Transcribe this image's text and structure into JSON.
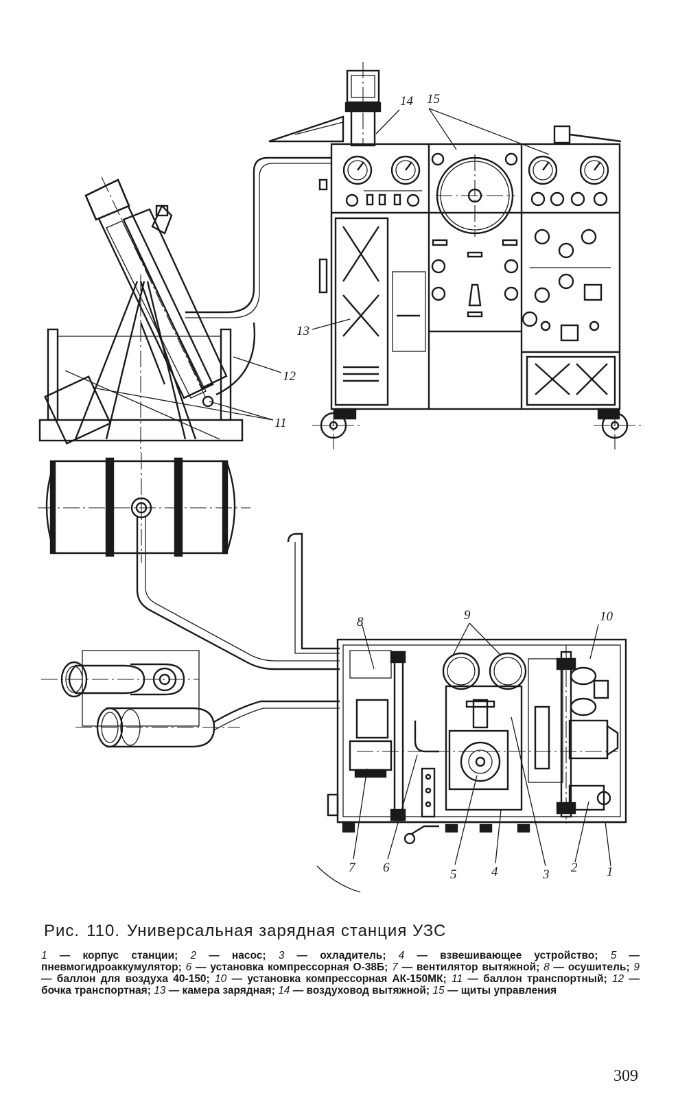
{
  "figure": {
    "labels": {
      "l14": "14",
      "l15": "15",
      "l13": "13",
      "l12": "12",
      "l11": "11",
      "l9": "9",
      "l8": "8",
      "l10": "10",
      "l7": "7",
      "l6": "6",
      "l5": "5",
      "l4": "4",
      "l3": "3",
      "l2": "2",
      "l1": "1"
    }
  },
  "caption": {
    "prefix": "Рис.",
    "number": "110.",
    "title": "Универсальная зарядная станция УЗС"
  },
  "legend": [
    {
      "num": "1",
      "text": "— корпус станции;"
    },
    {
      "num": "2",
      "text": "— насос;"
    },
    {
      "num": "3",
      "text": "— охладитель;"
    },
    {
      "num": "4",
      "text": "— взвешивающее устройство;"
    },
    {
      "num": "5",
      "text": "— пневмогидроаккумулятор;"
    },
    {
      "num": "6",
      "text": "— установка компрессорная О-38Б;"
    },
    {
      "num": "7",
      "text": "— вентилятор вытяжной;"
    },
    {
      "num": "8",
      "text": "— осушитель;"
    },
    {
      "num": "9",
      "text": "— баллон для воздуха 40-150;"
    },
    {
      "num": "10",
      "text": "— установка компрессорная АК-150МК;"
    },
    {
      "num": "11",
      "text": "— баллон транспортный;"
    },
    {
      "num": "12",
      "text": "— бочка транспортная;"
    },
    {
      "num": "13",
      "text": "— камера зарядная;"
    },
    {
      "num": "14",
      "text": "— воздуховод вытяжной;"
    },
    {
      "num": "15",
      "text": "— щиты управления"
    }
  ],
  "page_number": "309"
}
